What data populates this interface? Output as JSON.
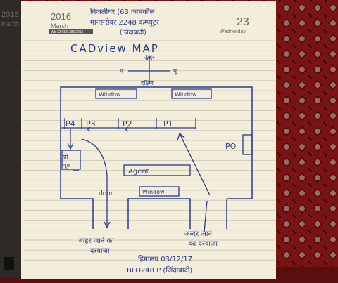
{
  "diary": {
    "year": "2016",
    "month": "March",
    "day": "23",
    "weekday": "Wednesday",
    "left_year": "2016",
    "left_month": "March",
    "week_info": "Wk 12  083-283  2016"
  },
  "header_lines": [
    "बिजलीघर (63 कामकौल",
    "मानसरोवर 2248 कम्प्यूटर",
    "(जिंदाबादी)"
  ],
  "title": "CADview  MAP",
  "compass": {
    "north": "उत्तर",
    "west": "प",
    "east": "पू",
    "south": "दक्षिण"
  },
  "labels": {
    "window_left": "Window",
    "window_right": "Window",
    "p4": "P4",
    "p3": "P3",
    "p2": "P2",
    "p1": "P1",
    "po": "PO",
    "agent": "Agent",
    "door": "door",
    "window_bottom": "Window",
    "corner_box_1": "प्रो",
    "corner_box_2": "पूछ"
  },
  "exit_label": [
    "बाहर जाने का",
    "दरवाजा"
  ],
  "entry_label": [
    "अन्दर आने",
    "का दरवाजा"
  ],
  "signature": [
    "हिमालय 03/12/17",
    "BLO248 P (जिंदाबादी)"
  ],
  "colors": {
    "ink": "#2a3a8a",
    "paper": "#f3eedb",
    "carpet": "#7a1414"
  }
}
